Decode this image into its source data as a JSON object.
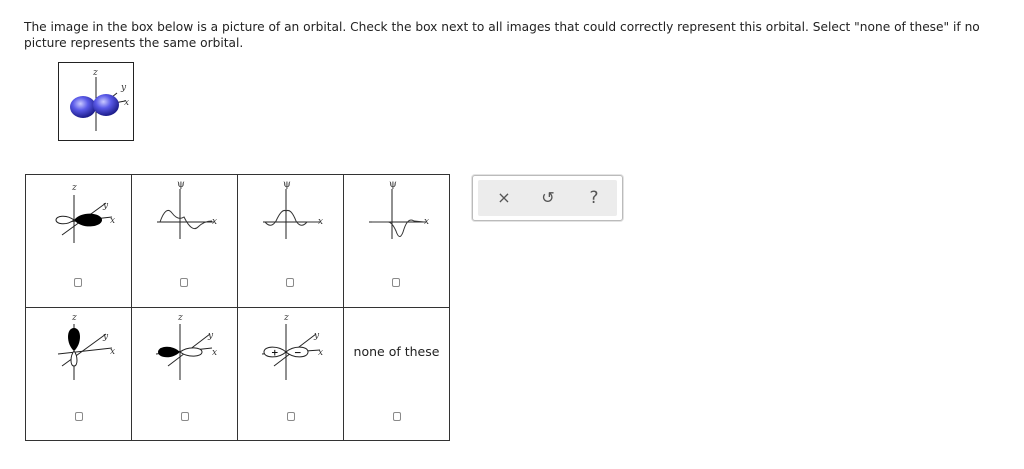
{
  "prompt": "The image in the box below is a picture of an orbital. Check the box next to all images that could correctly represent this orbital. Select \"none of these\" if no picture represents the same orbital.",
  "reference": {
    "axis_labels": {
      "z": "z",
      "y": "y",
      "x": "x"
    }
  },
  "options": [
    {
      "kind": "orbital-px-lobe",
      "labels": {
        "z": "z",
        "y": "y",
        "x": "x"
      },
      "checked": false
    },
    {
      "kind": "wave-psi",
      "labels": {
        "psi": "ψ",
        "x": "x"
      },
      "checked": false
    },
    {
      "kind": "wave-psi",
      "labels": {
        "psi": "ψ",
        "x": "x"
      },
      "checked": false
    },
    {
      "kind": "wave-psi",
      "labels": {
        "psi": "ψ",
        "x": "x"
      },
      "checked": false
    },
    {
      "kind": "orbital-pz-lobe",
      "labels": {
        "z": "z",
        "y": "y",
        "x": "x"
      },
      "checked": false
    },
    {
      "kind": "orbital-px-lobe",
      "labels": {
        "z": "z",
        "y": "y",
        "x": "x"
      },
      "checked": false
    },
    {
      "kind": "orbital-px-signed",
      "labels": {
        "z": "z",
        "y": "y",
        "x": "x",
        "plus": "+",
        "minus": "−"
      },
      "checked": false
    },
    {
      "kind": "none",
      "label": "none of these",
      "checked": false
    }
  ],
  "toolbar": {
    "clear": "×",
    "undo": "↺",
    "help": "?"
  },
  "colors": {
    "orbital_blue": "#4a4ad6",
    "lobe_black": "#000000"
  }
}
